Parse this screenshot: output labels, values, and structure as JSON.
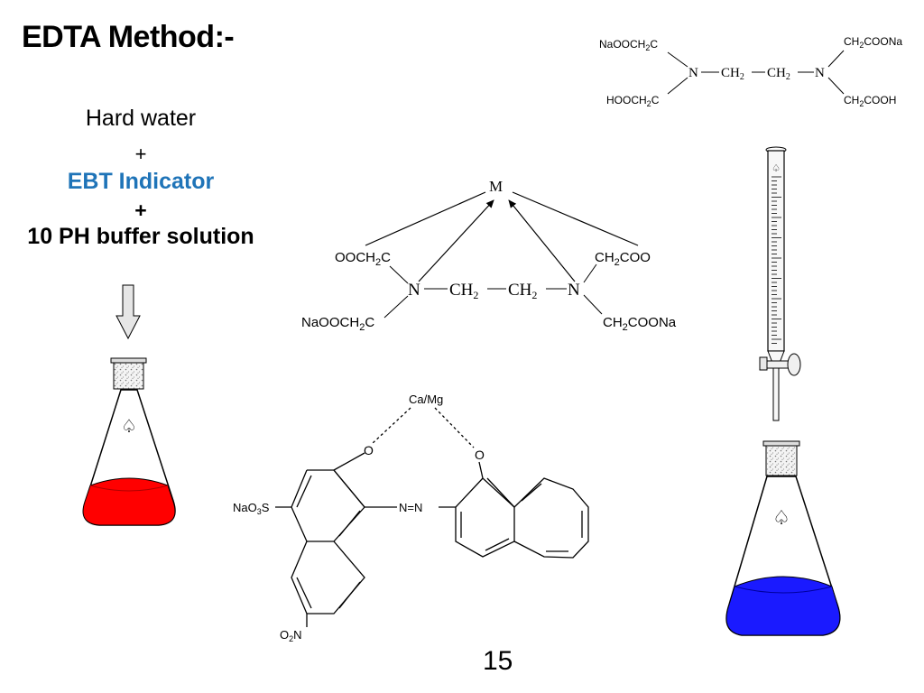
{
  "slide": {
    "title": "EDTA Method:-",
    "number": "15"
  },
  "recipe": {
    "line1": "Hard water",
    "plus1": "+",
    "line2": "EBT Indicator",
    "plus2": "+",
    "line3": "10 PH buffer solution"
  },
  "edta_structure": {
    "top_left": "NaOOCH",
    "bottom_left": "HOOCH",
    "top_right": "CH",
    "top_right_tail": "COONa",
    "bottom_right": "CH",
    "bottom_right_tail": "COOH",
    "n": "N",
    "ch2": "CH"
  },
  "complex_structure": {
    "metal": "M",
    "top_left": "OOCH",
    "bottom_left": "NaOOCH",
    "top_right": "CH",
    "top_right_tail": "COO",
    "bottom_right": "CH",
    "bottom_right_tail": "COONa",
    "n": "N",
    "ch2": "CH"
  },
  "ebt_structure": {
    "metal": "Ca/Mg",
    "oxygen": "O",
    "sulfonate": "NaO",
    "sulfonate_tail": "S",
    "azo": "N=N",
    "nitro_tail": "N",
    "nitro": "O",
    "subscript_2": "2",
    "subscript_3": "3"
  },
  "colors": {
    "accent_blue": "#1f74b8",
    "flask_red": "#ff0000",
    "flask_blue": "#1a1aff"
  },
  "icons": [
    "down-arrow-icon",
    "spade-icon",
    "burette-icon",
    "conical-flask-icon"
  ]
}
